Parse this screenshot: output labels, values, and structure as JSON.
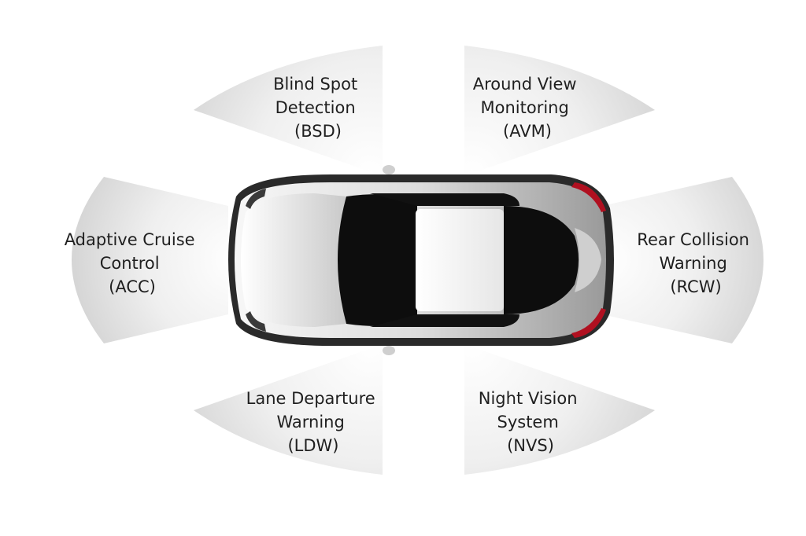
{
  "features": [
    {
      "id": "bsd",
      "lines": [
        "Blind Spot",
        "Detection",
        "(BSD)"
      ]
    },
    {
      "id": "avm",
      "lines": [
        "Around View",
        "Monitoring",
        "(AVM)"
      ]
    },
    {
      "id": "acc",
      "lines": [
        "Adaptive Cruise",
        "Control",
        "(ACC)"
      ]
    },
    {
      "id": "rcw",
      "lines": [
        "Rear Collision",
        "Warning",
        "(RCW)"
      ]
    },
    {
      "id": "ldw",
      "lines": [
        "Lane Departure",
        "Warning",
        "(LDW)"
      ]
    },
    {
      "id": "nvs",
      "lines": [
        "Night Vision",
        "System",
        "(NVS)"
      ]
    }
  ],
  "colors": {
    "sector_fill": "#d9d9d9",
    "sector_center": "#ffffff",
    "car_body": "#e6e6e6",
    "car_glass": "#0d0d0d",
    "car_tail": "#b01020"
  }
}
